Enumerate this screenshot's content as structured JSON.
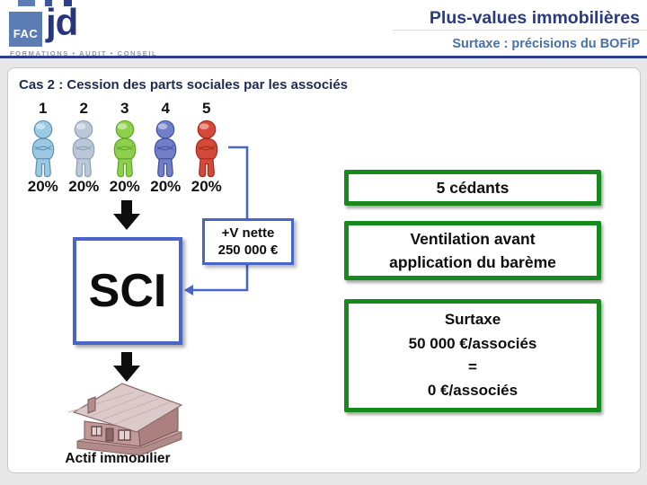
{
  "header": {
    "logo": {
      "fac": "FAC",
      "jd": "jd",
      "tagline": "FORMATIONS • AUDIT • CONSEIL"
    },
    "title": "Plus-values immobilières",
    "subtitle": "Surtaxe : précisions du BOFiP"
  },
  "slide": {
    "case_title": "Cas 2 : Cession des parts sociales par les associés",
    "associates": [
      {
        "number": "1",
        "share": "20%",
        "color": "#9cc9e2",
        "dark": "#5e93b8"
      },
      {
        "number": "2",
        "share": "20%",
        "color": "#bcc8d8",
        "dark": "#8fa3bc"
      },
      {
        "number": "3",
        "share": "20%",
        "color": "#8ed04e",
        "dark": "#5fa82a"
      },
      {
        "number": "4",
        "share": "20%",
        "color": "#7080c8",
        "dark": "#46539e"
      },
      {
        "number": "5",
        "share": "20%",
        "color": "#d44a3a",
        "dark": "#a52a1c"
      }
    ],
    "sci_label": "SCI",
    "gain_note": {
      "line1": "+V nette",
      "line2": "250 000 €"
    },
    "asset_label": "Actif immobilier",
    "right_boxes": [
      {
        "lines": [
          "5 cédants"
        ]
      },
      {
        "lines": [
          "Ventilation avant",
          "application du barème"
        ]
      },
      {
        "lines": [
          "Surtaxe",
          "50 000 €/associés",
          "=",
          "0 €/associés"
        ]
      }
    ],
    "colors": {
      "accent_blue": "#4866c8",
      "green_border": "#178a1e",
      "navy_title": "#2c3a7c",
      "steel_subtitle": "#4a6fad"
    }
  }
}
